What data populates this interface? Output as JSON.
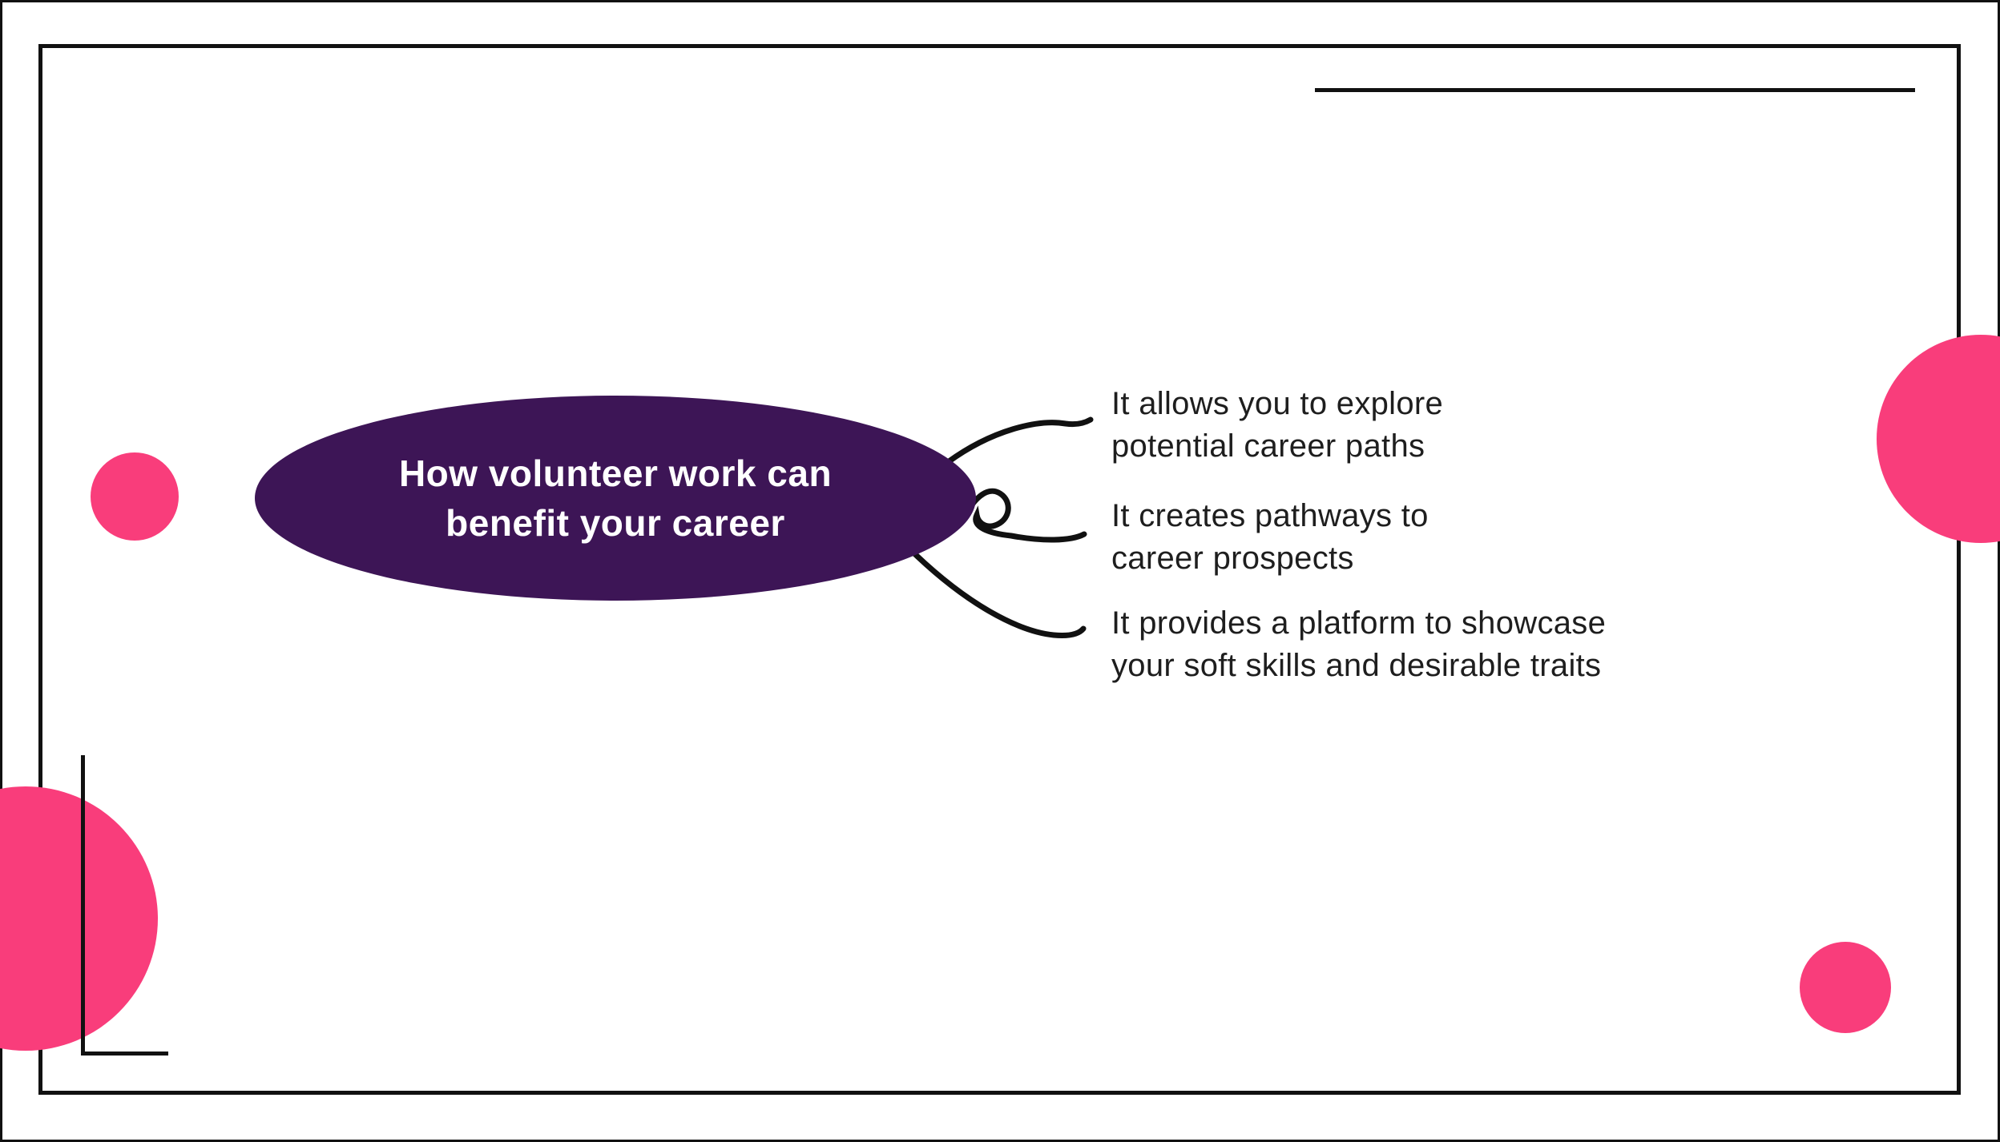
{
  "slide": {
    "title_node": {
      "lines": [
        "How volunteer work can",
        "benefit your career"
      ]
    },
    "branches": [
      {
        "lines": [
          "It allows you to explore",
          "potential career paths"
        ]
      },
      {
        "lines": [
          "It creates pathways to",
          "career prospects"
        ]
      },
      {
        "lines": [
          "It provides a platform to showcase",
          "your soft skills and desirable traits"
        ]
      }
    ],
    "colors": {
      "node_fill": "#3d1556",
      "node_text": "#ffffff",
      "branch_text": "#1e1e1e",
      "accent_pink": "#f93d7b",
      "line_black": "#111111",
      "background": "#ffffff"
    }
  }
}
